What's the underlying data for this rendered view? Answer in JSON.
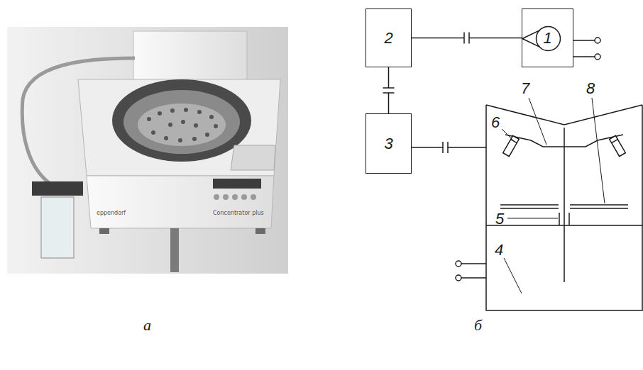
{
  "diagram": {
    "nodes": [
      {
        "text": [
          "2"
        ]
      },
      {
        "text": [
          "1"
        ]
      },
      {
        "text": [
          "3"
        ]
      }
    ],
    "edges": [
      {
        "from": 0,
        "to": 1,
        "arrow": "none"
      },
      {
        "from": 0,
        "to": 2,
        "arrow": "none"
      }
    ],
    "labels": [
      "eppendorf",
      "Concentrator plus",
      "а",
      "б",
      "7",
      "6",
      "8",
      "5",
      "4"
    ]
  }
}
